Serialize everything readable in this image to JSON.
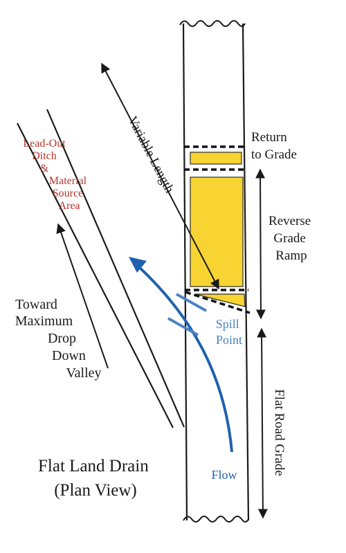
{
  "diagram": {
    "title_line1": "Flat Land Drain",
    "title_line2": "(Plan View)",
    "labels": {
      "return_to_grade": [
        "Return",
        "to Grade"
      ],
      "reverse_grade_ramp": [
        "Reverse",
        "Grade",
        "Ramp"
      ],
      "flat_road_grade": "Flat Road Grade",
      "variable_length": "Variable Length",
      "lead_out": [
        "Lead-Out",
        "Ditch",
        "&",
        "Material",
        "Source",
        "Area"
      ],
      "toward": [
        "Toward",
        "Maximum",
        "Drop",
        "Down",
        "Valley"
      ],
      "spill_point": [
        "Spill",
        "Point"
      ],
      "flow": "Flow"
    },
    "colors": {
      "ramp_fill": "#f7d431",
      "flow_blue": "#1f62ad",
      "spill_blue": "#4b82c3",
      "lead_out_red": "#b5342a",
      "ink": "#1a1a1a"
    }
  }
}
